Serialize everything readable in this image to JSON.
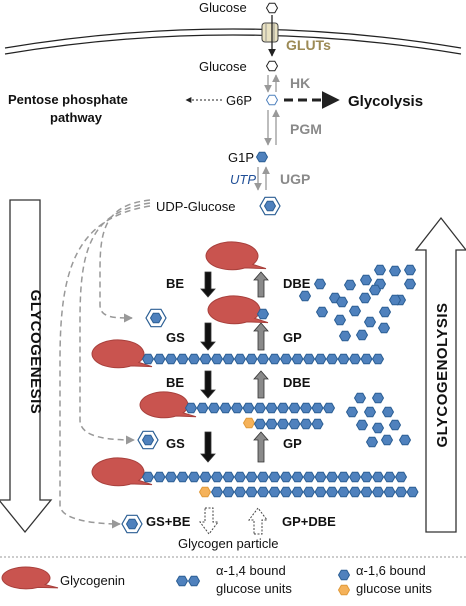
{
  "colors": {
    "hexagon_fill": "#4f81bd",
    "hexagon_stroke": "#2c5f94",
    "branch_point": "#f5b25a",
    "glycogenin": "#c9544f",
    "gluts_text": "#9c8a55",
    "enzyme_gray": "#8a8a8a",
    "utp_blue": "#1f4e96"
  },
  "membrane": {
    "glucose_out": "Glucose",
    "glucose_in": "Glucose",
    "transporter": "GLUTs"
  },
  "pathway": {
    "hk": "HK",
    "g6p": "G6P",
    "ppp_line1": "Pentose phosphate",
    "ppp_line2": "pathway",
    "glycolysis": "Glycolysis",
    "pgm": "PGM",
    "g1p": "G1P",
    "utp": "UTP",
    "ugp": "UGP",
    "udp_glucose": "UDP-Glucose"
  },
  "side_arrows": {
    "left": "GLYCOGENESIS",
    "right": "GLYCOGENOLYSIS"
  },
  "steps": [
    {
      "left": "BE",
      "right": "DBE"
    },
    {
      "left": "GS",
      "right": "GP"
    },
    {
      "left": "BE",
      "right": "DBE"
    },
    {
      "left": "GS",
      "right": "GP"
    }
  ],
  "bottom": {
    "left": "GS+BE",
    "right": "GP+DBE",
    "particle": "Glycogen particle"
  },
  "legend": {
    "glycogenin": "Glycogenin",
    "a14_line1": "α-1,4 bound",
    "a14_line2": "glucose units",
    "a16_line1": "α-1,6 bound",
    "a16_line2": "glucose units"
  }
}
